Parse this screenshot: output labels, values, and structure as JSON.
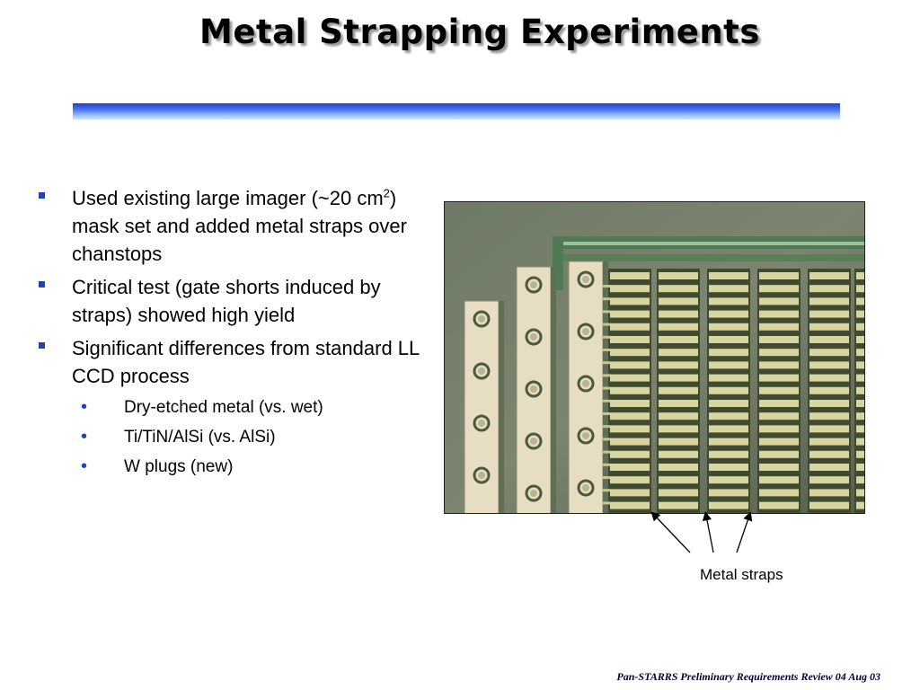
{
  "slide": {
    "title": "Metal Strapping Experiments",
    "bullets": [
      {
        "text_a": "Used existing large imager (~20 cm",
        "sup": "2",
        "text_b": ") mask set and added metal straps over chanstops"
      },
      {
        "text": "Critical test (gate shorts induced by straps) showed high yield"
      },
      {
        "text": "Significant differences from standard LL CCD process"
      }
    ],
    "sub_bullets": [
      {
        "text": "Dry-etched metal (vs. wet)"
      },
      {
        "text": "Ti/TiN/AlSi (vs. AlSi)"
      },
      {
        "text": "W plugs (new)"
      }
    ],
    "sub_marker": "•",
    "photo_caption": "Metal straps",
    "footer": "Pan-STARRS Preliminary Requirements Review 04 Aug 03"
  },
  "colors": {
    "accent": "#1f3fcf",
    "straps": "#d8d6a0",
    "pads": "#e6ddc2"
  }
}
